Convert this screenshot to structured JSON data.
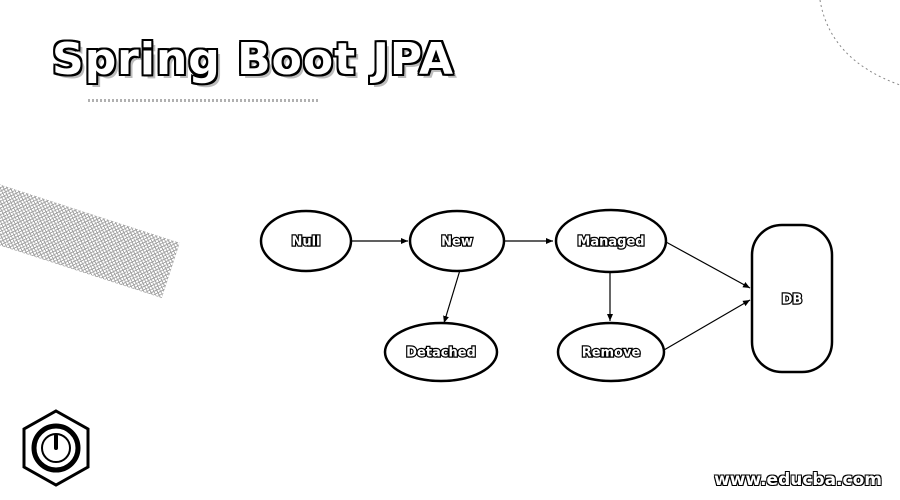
{
  "title": "Spring Boot JPA",
  "diagram": {
    "nodes": {
      "null": "Null",
      "new": "New",
      "managed": "Managed",
      "detached": "Detached",
      "remove": "Remove",
      "db": "DB"
    },
    "edges": [
      {
        "from": "Null",
        "to": "New"
      },
      {
        "from": "New",
        "to": "Managed"
      },
      {
        "from": "New",
        "to": "Detached"
      },
      {
        "from": "Managed",
        "to": "Remove"
      },
      {
        "from": "Managed",
        "to": "DB"
      },
      {
        "from": "Remove",
        "to": "DB"
      }
    ]
  },
  "footer": {
    "url": "www.educba.com"
  },
  "logo": {
    "icon": "power-button-hexagon-icon"
  }
}
